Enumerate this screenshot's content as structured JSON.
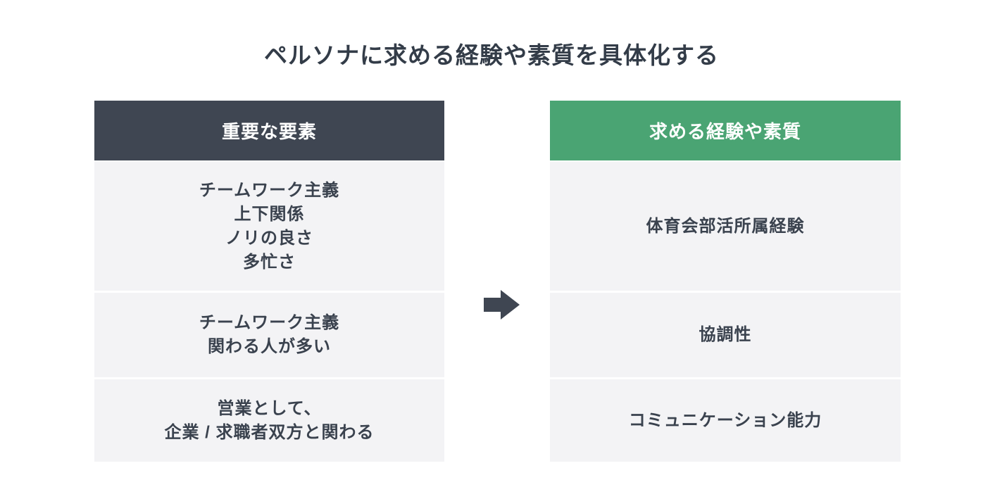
{
  "title": "ペルソナに求める経験や素質を具体化する",
  "colors": {
    "header_dark": "#3F4652",
    "header_green": "#4AA473",
    "row_background": "#F3F3F5",
    "text": "#3A424E",
    "arrow": "#3F4652",
    "page_background": "#FFFFFF"
  },
  "left_table": {
    "header": "重要な要素",
    "rows": [
      {
        "lines": [
          "チームワーク主義",
          "上下関係",
          "ノリの良さ",
          "多忙さ"
        ]
      },
      {
        "lines": [
          "チームワーク主義",
          "関わる人が多い"
        ]
      },
      {
        "lines": [
          "営業として、",
          "企業 / 求職者双方と関わる"
        ]
      }
    ]
  },
  "right_table": {
    "header": "求める経験や素質",
    "rows": [
      {
        "lines": [
          "体育会部活所属経験"
        ]
      },
      {
        "lines": [
          "協調性"
        ]
      },
      {
        "lines": [
          "コミュニケーション能力"
        ]
      }
    ]
  },
  "arrow_icon": "right-block-arrow"
}
